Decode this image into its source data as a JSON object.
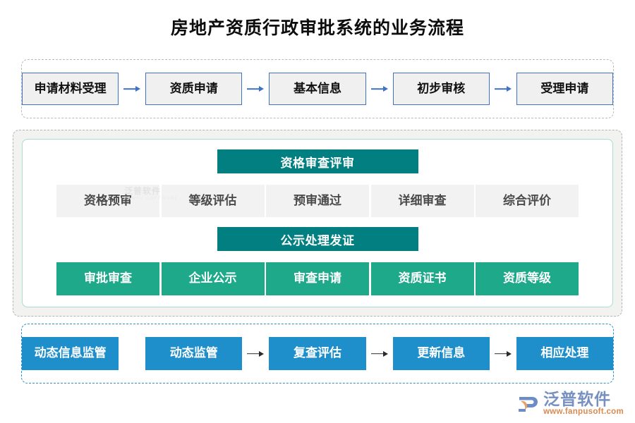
{
  "title": "房地产资质行政审批系统的业务流程",
  "colors": {
    "title_text": "#0d0d0d",
    "row1_border": "#3f72c4",
    "row1_fill": "#f0f0f0",
    "band_header": "#027f80",
    "green_node": "#1fa98b",
    "gray_node": "#f2f2f2",
    "blue_node": "#1f8fcb",
    "section_dashed_gray": "#b9b9b9",
    "section_dashed_blue": "#2e8fc6",
    "mid_inner_border": "#a8ddd2",
    "mid_fill": "#f2f2f0",
    "logo_name": "#7690c0",
    "logo_url": "#d98a50"
  },
  "section_top": {
    "nodes": [
      {
        "label": "申请材料受理"
      },
      {
        "label": "资质申请"
      },
      {
        "label": "基本信息"
      },
      {
        "label": "初步审核"
      },
      {
        "label": "受理申请"
      }
    ],
    "connectors": [
      "arrow",
      "arrow",
      "arrow",
      "arrow"
    ]
  },
  "section_mid": {
    "band1": {
      "header": "资格审查评审",
      "nodes": [
        {
          "label": "资格预审"
        },
        {
          "label": "等级评估"
        },
        {
          "label": "预审通过"
        },
        {
          "label": "详细审查"
        },
        {
          "label": "综合评价"
        }
      ]
    },
    "band2": {
      "header": "公示处理发证",
      "nodes": [
        {
          "label": "审批审查"
        },
        {
          "label": "企业公示"
        },
        {
          "label": "审查申请"
        },
        {
          "label": "资质证书"
        },
        {
          "label": "资质等级"
        }
      ]
    }
  },
  "section_bottom": {
    "nodes": [
      {
        "label": "动态信息监管"
      },
      {
        "label": "动态监管"
      },
      {
        "label": "复查评估"
      },
      {
        "label": "更新信息"
      },
      {
        "label": "相应处理"
      }
    ],
    "connectors": [
      "none",
      "arrow",
      "arrow",
      "arrow"
    ]
  },
  "watermark": {
    "text": "泛普软件",
    "subtext": "FANPU SOFTWARE"
  },
  "logo": {
    "name": "泛普软件",
    "url": "www.fanpusoft.com"
  }
}
